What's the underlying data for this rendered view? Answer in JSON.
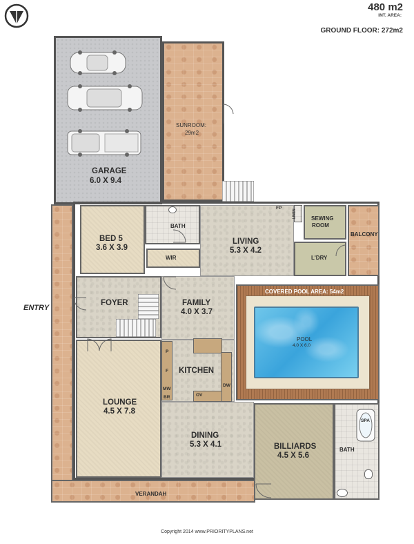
{
  "header": {
    "total_area": "480 m2",
    "total_area_sub": "INT. AREA:",
    "floor_label": "GROUND FLOOR: 272m2"
  },
  "rooms": {
    "garage": {
      "name": "GARAGE",
      "size": "6.0 X 9.4"
    },
    "sunroom": {
      "name": "SUNROOM:",
      "size": "29m2"
    },
    "bed5": {
      "name": "BED 5",
      "size": "3.6 X 3.9"
    },
    "bath_upper": {
      "name": "BATH"
    },
    "wir": {
      "name": "WIR"
    },
    "living": {
      "name": "LIVING",
      "size": "5.3 X 4.2"
    },
    "sewing": {
      "name": "SEWING",
      "name2": "ROOM"
    },
    "linen": {
      "name": "LINEN"
    },
    "fp": {
      "name": "FP"
    },
    "balcony": {
      "name": "BALCONY"
    },
    "laundry": {
      "name": "L'DRY"
    },
    "foyer": {
      "name": "FOYER"
    },
    "entry": {
      "name": "ENTRY"
    },
    "family": {
      "name": "FAMILY",
      "size": "4.0 X 3.7"
    },
    "kitchen": {
      "name": "KITCHEN"
    },
    "covered_pool": {
      "name": "COVERED POOL AREA: 54m2"
    },
    "pool": {
      "name": "POOL",
      "size": "4.0 X 6.0"
    },
    "lounge": {
      "name": "LOUNGE",
      "size": "4.5 X 7.8"
    },
    "dining": {
      "name": "DINING",
      "size": "5.3 X 4.1"
    },
    "billiards": {
      "name": "BILLIARDS",
      "size": "4.5 X 5.6"
    },
    "bath_lower": {
      "name": "BATH"
    },
    "spa": {
      "name": "SPA"
    },
    "verandah": {
      "name": "VERANDAH"
    }
  },
  "kitchen_fixtures": {
    "p": "P",
    "f": "F",
    "mw": "MW",
    "br": "BR",
    "ov": "OV",
    "dw": "DW"
  },
  "footer": {
    "copyright": "Copyright 2014 www.PRIORITYPLANS.net"
  },
  "colors": {
    "brick": "#dcb28f",
    "concrete": "#c8c9cc",
    "pool_water": "#3aa4dc",
    "deck": "#b07a52",
    "wall": "#555555"
  },
  "icons": [
    "logo-icon",
    "car-icon",
    "door-swing-icon",
    "stairs-icon",
    "spa-bath-icon"
  ]
}
